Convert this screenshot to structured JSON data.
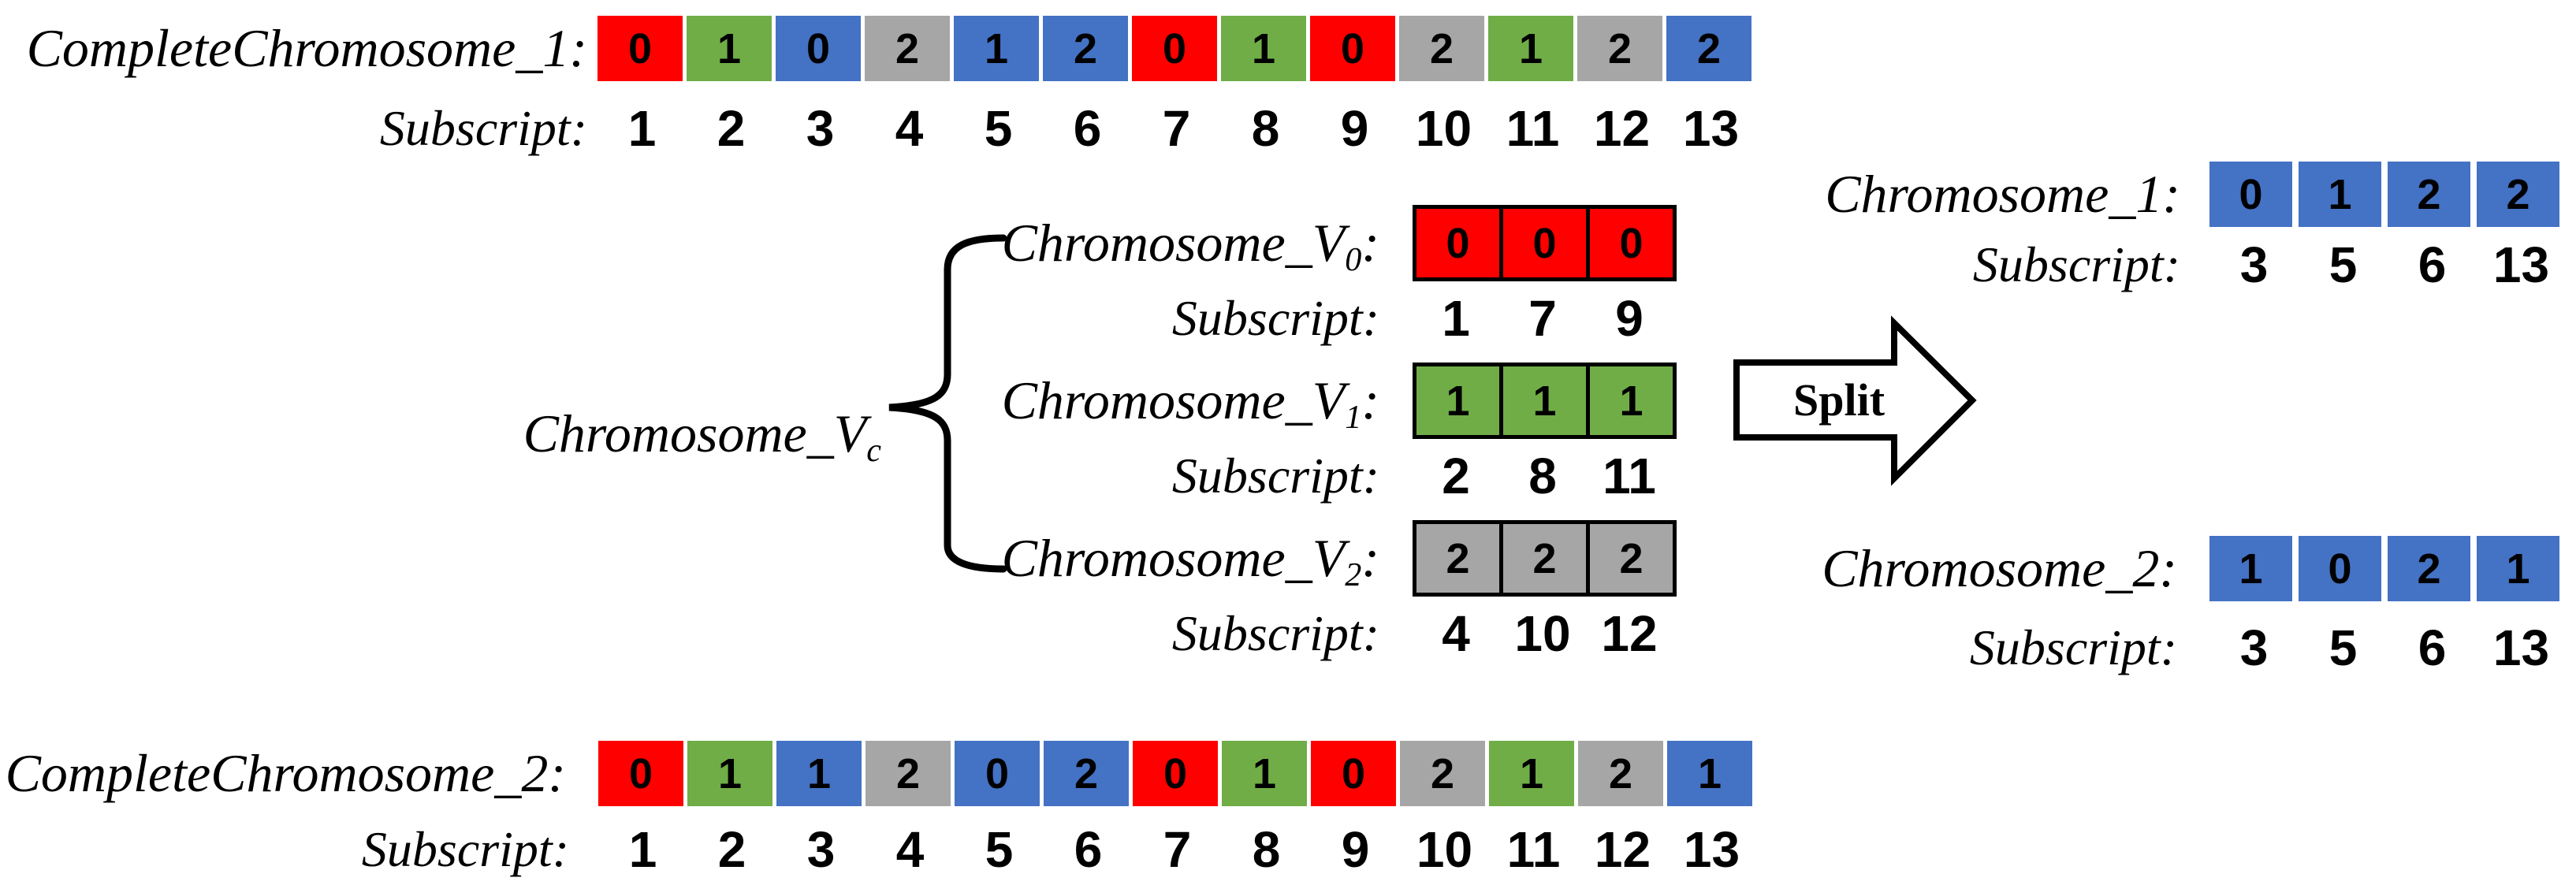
{
  "colors": {
    "red": "#fe0000",
    "green": "#70ad47",
    "blue": "#4472c4",
    "gray": "#a6a6a6"
  },
  "top_row": {
    "label": "CompleteChromosome_1:",
    "subscript_label": "Subscript:",
    "cells": [
      {
        "v": "0",
        "c": "red"
      },
      {
        "v": "1",
        "c": "green"
      },
      {
        "v": "0",
        "c": "blue"
      },
      {
        "v": "2",
        "c": "gray"
      },
      {
        "v": "1",
        "c": "blue"
      },
      {
        "v": "2",
        "c": "blue"
      },
      {
        "v": "0",
        "c": "red"
      },
      {
        "v": "1",
        "c": "green"
      },
      {
        "v": "0",
        "c": "red"
      },
      {
        "v": "2",
        "c": "gray"
      },
      {
        "v": "1",
        "c": "green"
      },
      {
        "v": "2",
        "c": "gray"
      },
      {
        "v": "2",
        "c": "blue"
      }
    ],
    "subscripts": [
      "1",
      "2",
      "3",
      "4",
      "5",
      "6",
      "7",
      "8",
      "9",
      "10",
      "11",
      "12",
      "13"
    ]
  },
  "bottom_row": {
    "label": "CompleteChromosome_2:",
    "subscript_label": "Subscript:",
    "cells": [
      {
        "v": "0",
        "c": "red"
      },
      {
        "v": "1",
        "c": "green"
      },
      {
        "v": "1",
        "c": "blue"
      },
      {
        "v": "2",
        "c": "gray"
      },
      {
        "v": "0",
        "c": "blue"
      },
      {
        "v": "2",
        "c": "blue"
      },
      {
        "v": "0",
        "c": "red"
      },
      {
        "v": "1",
        "c": "green"
      },
      {
        "v": "0",
        "c": "red"
      },
      {
        "v": "2",
        "c": "gray"
      },
      {
        "v": "1",
        "c": "green"
      },
      {
        "v": "2",
        "c": "gray"
      },
      {
        "v": "1",
        "c": "blue"
      }
    ],
    "subscripts": [
      "1",
      "2",
      "3",
      "4",
      "5",
      "6",
      "7",
      "8",
      "9",
      "10",
      "11",
      "12",
      "13"
    ]
  },
  "middle": {
    "group_label": {
      "base": "Chromosome_V",
      "sub": "c"
    },
    "groups": [
      {
        "label_base": "Chromosome_V",
        "label_sub": "0",
        "label_colon": ":",
        "subscript_label": "Subscript:",
        "cells": [
          {
            "v": "0",
            "c": "red"
          },
          {
            "v": "0",
            "c": "red"
          },
          {
            "v": "0",
            "c": "red"
          }
        ],
        "subscripts": [
          "1",
          "7",
          "9"
        ]
      },
      {
        "label_base": "Chromosome_V",
        "label_sub": "1",
        "label_colon": ":",
        "subscript_label": "Subscript:",
        "cells": [
          {
            "v": "1",
            "c": "green"
          },
          {
            "v": "1",
            "c": "green"
          },
          {
            "v": "1",
            "c": "green"
          }
        ],
        "subscripts": [
          "2",
          "8",
          "11"
        ]
      },
      {
        "label_base": "Chromosome_V",
        "label_sub": "2",
        "label_colon": ":",
        "subscript_label": "Subscript:",
        "cells": [
          {
            "v": "2",
            "c": "gray"
          },
          {
            "v": "2",
            "c": "gray"
          },
          {
            "v": "2",
            "c": "gray"
          }
        ],
        "subscripts": [
          "4",
          "10",
          "12"
        ]
      }
    ]
  },
  "split_arrow": {
    "label": "Split"
  },
  "right_rows": [
    {
      "label": "Chromosome_1:",
      "subscript_label": "Subscript:",
      "cells": [
        {
          "v": "0",
          "c": "blue"
        },
        {
          "v": "1",
          "c": "blue"
        },
        {
          "v": "2",
          "c": "blue"
        },
        {
          "v": "2",
          "c": "blue"
        }
      ],
      "subscripts": [
        "3",
        "5",
        "6",
        "13"
      ]
    },
    {
      "label": "Chromosome_2:",
      "subscript_label": "Subscript:",
      "cells": [
        {
          "v": "1",
          "c": "blue"
        },
        {
          "v": "0",
          "c": "blue"
        },
        {
          "v": "2",
          "c": "blue"
        },
        {
          "v": "1",
          "c": "blue"
        }
      ],
      "subscripts": [
        "3",
        "5",
        "6",
        "13"
      ]
    }
  ]
}
